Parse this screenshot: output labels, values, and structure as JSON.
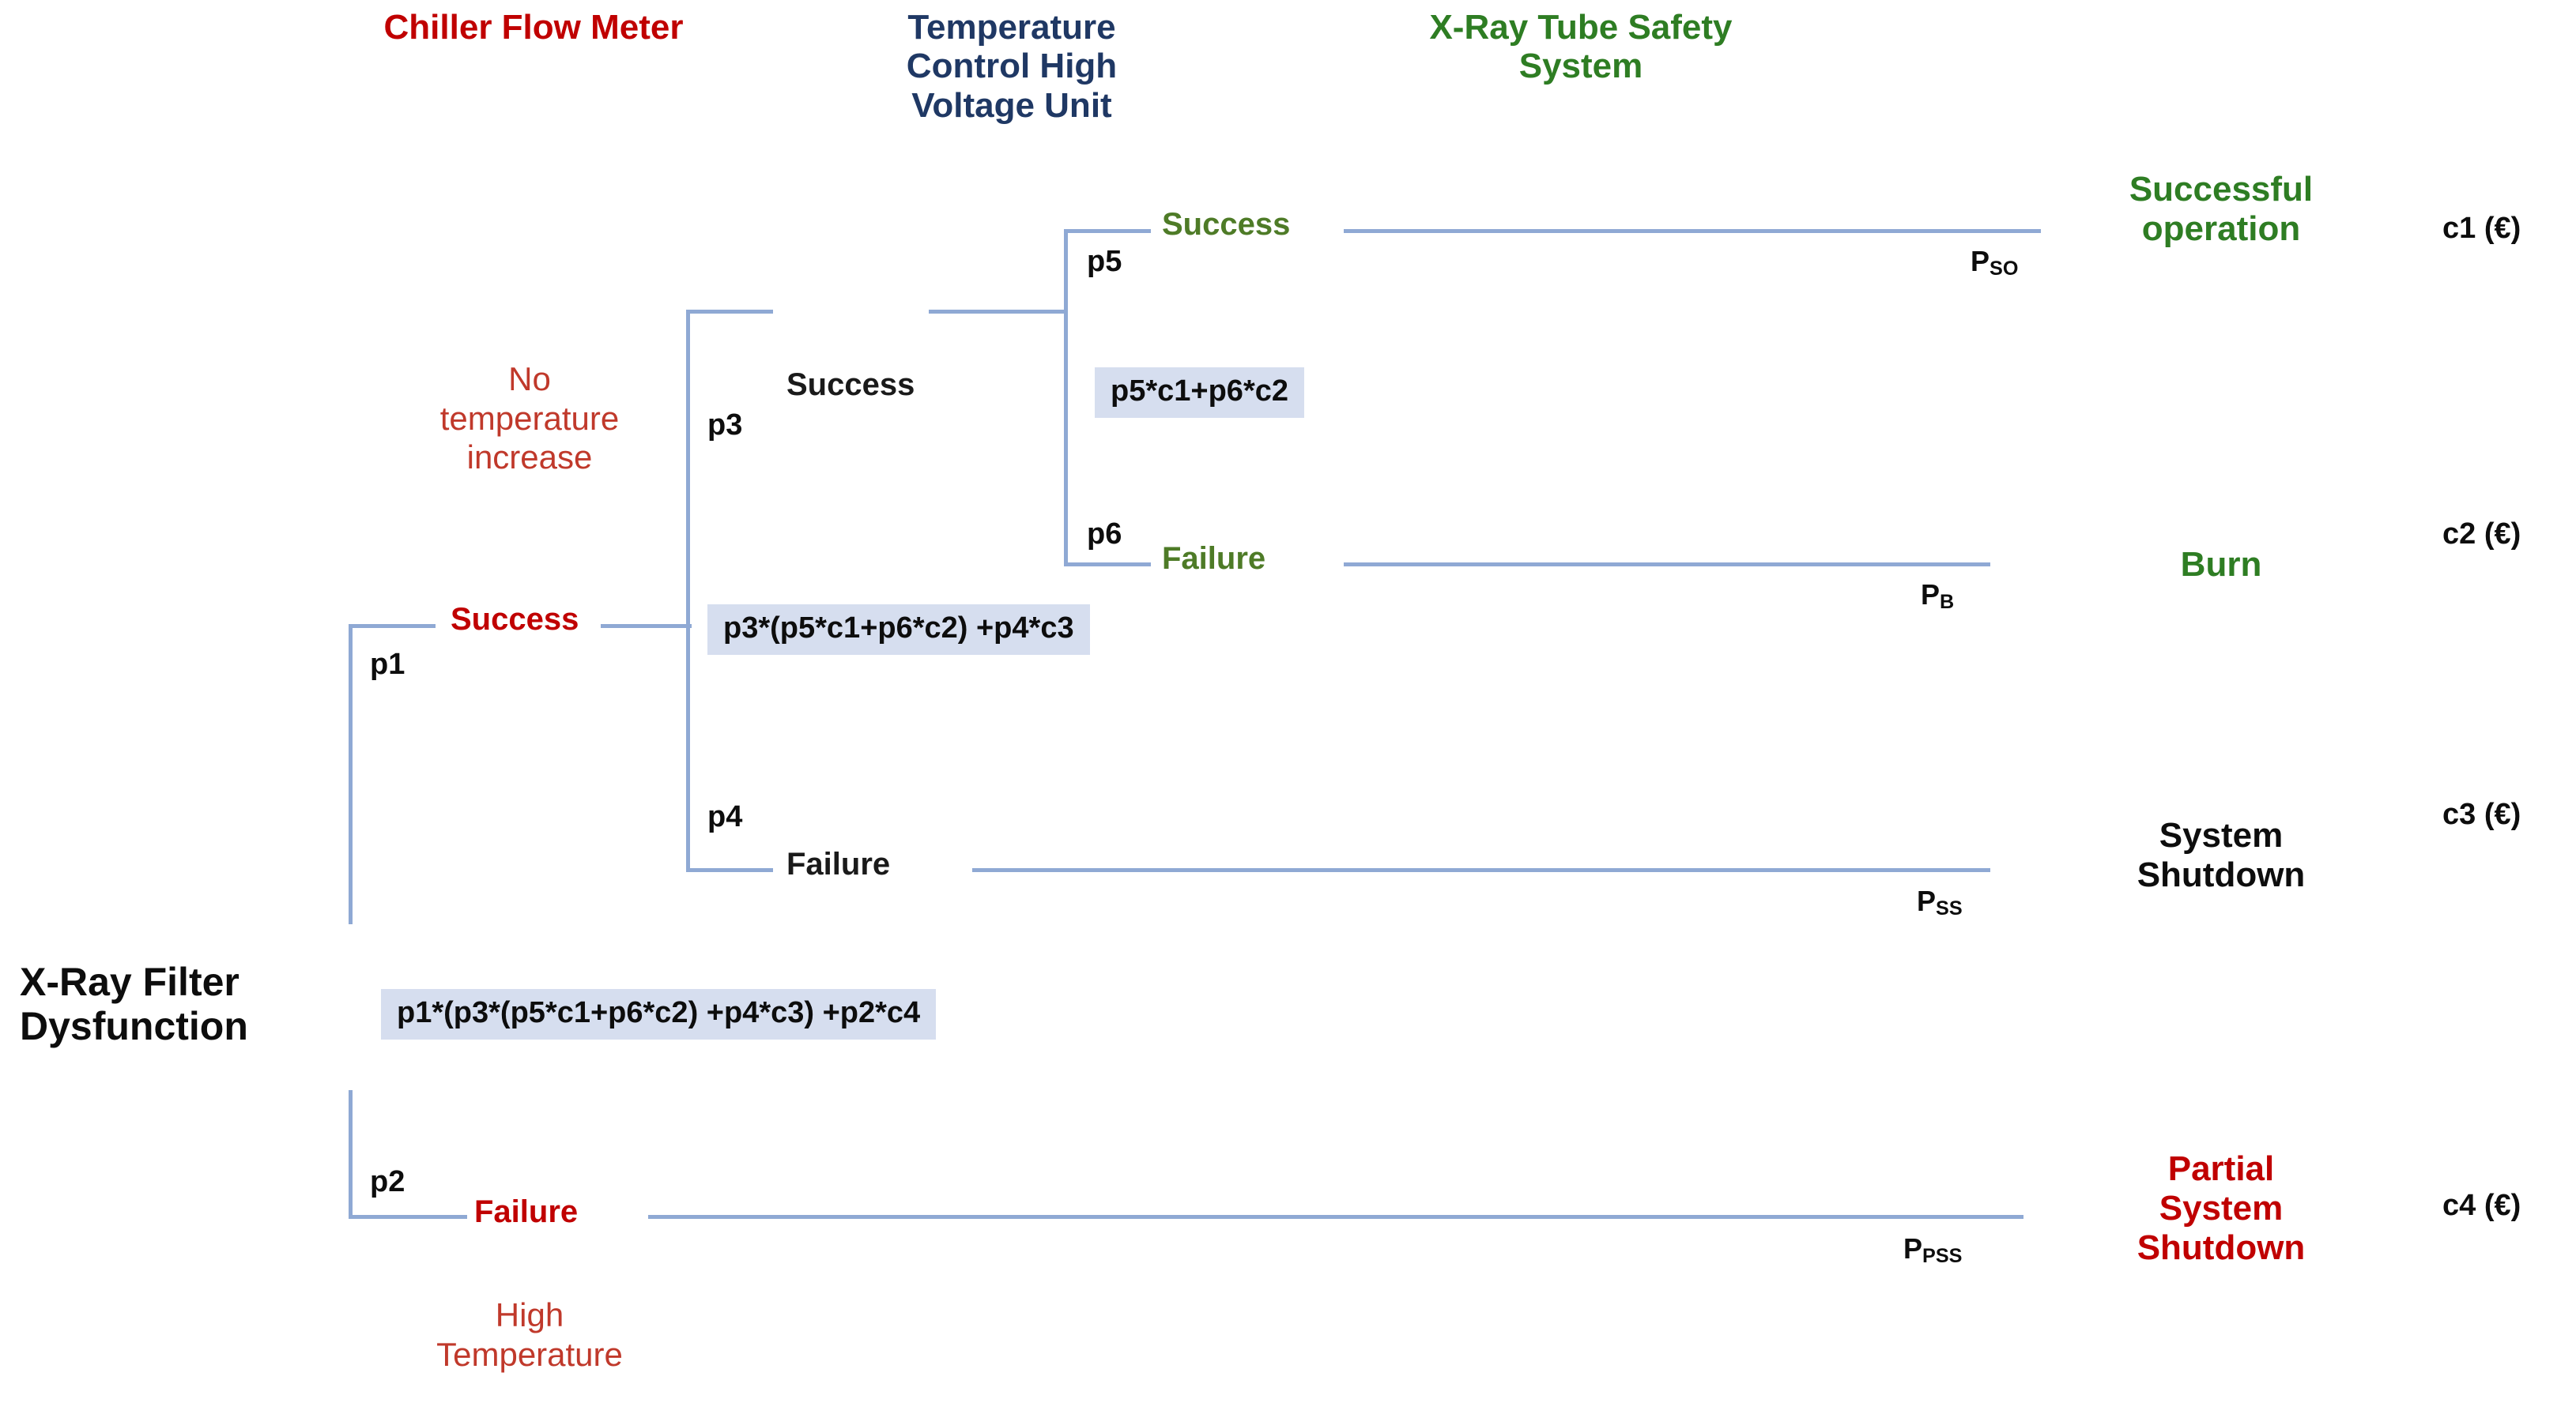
{
  "diagram": {
    "title_root": "X-Ray Filter\nDysfunction",
    "line_color": "#8FA9D4",
    "expr_box_color": "#D6DEEF"
  },
  "column_headers": [
    {
      "label": "Chiller Flow\nMeter",
      "color": "#C00000"
    },
    {
      "label": "Temperature\nControl High\nVoltage  Unit",
      "color": "#1F3864"
    },
    {
      "label": "X-Ray Tube\nSafety System",
      "color": "#2E7D23"
    }
  ],
  "branches": {
    "p1": {
      "prob": "p1",
      "label": "Success",
      "color": "#C00000"
    },
    "p2": {
      "prob": "p2",
      "label": "Failure",
      "color": "#C00000"
    },
    "p3": {
      "prob": "p3",
      "label": "Success",
      "color": "#1A1A1A"
    },
    "p4": {
      "prob": "p4",
      "label": "Failure",
      "color": "#1A1A1A"
    },
    "p5": {
      "prob": "p5",
      "label": "Success",
      "color": "#4E7B27"
    },
    "p6": {
      "prob": "p6",
      "label": "Failure",
      "color": "#4E7B27"
    }
  },
  "side_notes": {
    "no_temp_increase": "No\ntemperature\nincrease",
    "high_temperature": "High\nTemperature"
  },
  "expressions": {
    "level3": "p5*c1+p6*c2",
    "level2": "p3*(p5*c1+p6*c2) +p4*c3",
    "level1": "p1*(p3*(p5*c1+p6*c2) +p4*c3) +p2*c4"
  },
  "outcomes": [
    {
      "name": "successful-operation",
      "prob_symbol": "P",
      "prob_subscript": "SO",
      "label": "Successful\noperation",
      "color": "#2E7D23",
      "cost": "c1 (€)"
    },
    {
      "name": "burn",
      "prob_symbol": "P",
      "prob_subscript": "B",
      "label": "Burn",
      "color": "#2E7D23",
      "cost": "c2 (€)"
    },
    {
      "name": "system-shutdown",
      "prob_symbol": "P",
      "prob_subscript": "SS",
      "label": "System\nShutdown",
      "color": "#0D0D0D",
      "cost": "c3 (€)"
    },
    {
      "name": "partial-system-shutdown",
      "prob_symbol": "P",
      "prob_subscript": "PSS",
      "label": "Partial\nSystem\nShutdown",
      "color": "#C00000",
      "cost": "c4 (€)"
    }
  ]
}
